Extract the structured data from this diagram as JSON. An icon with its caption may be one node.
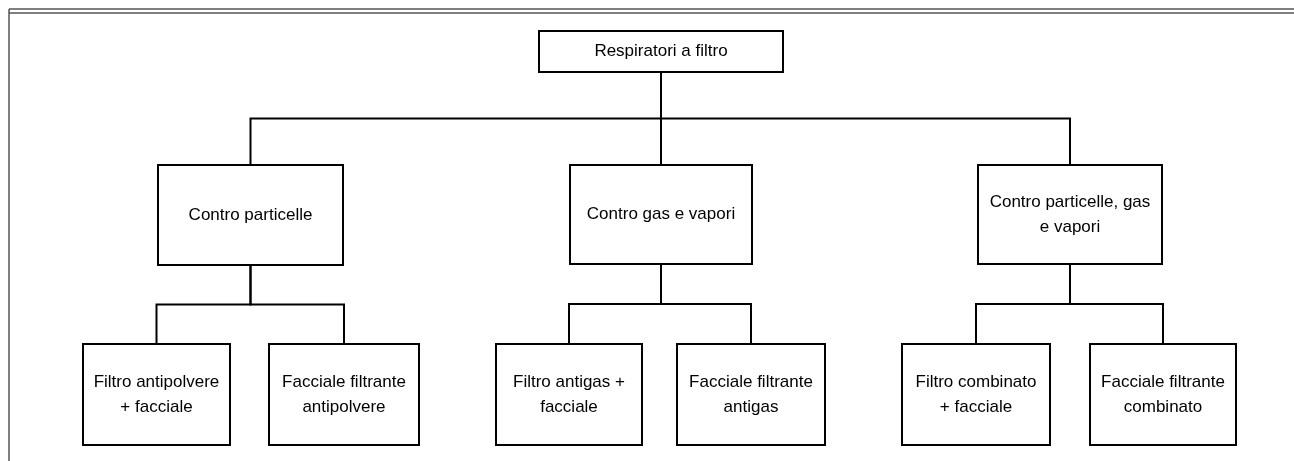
{
  "diagram": {
    "nodes": [
      {
        "text": [
          "Respiratori a filtro"
        ]
      },
      {
        "text": [
          "Contro particelle"
        ]
      },
      {
        "text": [
          "Contro gas e vapori"
        ]
      },
      {
        "text": [
          "Contro particelle, gas e vapori"
        ]
      },
      {
        "text": [
          "Filtro antipolvere + facciale"
        ]
      },
      {
        "text": [
          "Facciale filtrante antipolvere"
        ]
      },
      {
        "text": [
          "Filtro antigas + facciale"
        ]
      },
      {
        "text": [
          "Facciale filtrante antigas"
        ]
      },
      {
        "text": [
          "Filtro combinato + facciale"
        ]
      },
      {
        "text": [
          "Facciale filtrante combinato"
        ]
      }
    ],
    "edges": [
      {
        "from": 0,
        "to": 1,
        "arrow": "none"
      },
      {
        "from": 0,
        "to": 2,
        "arrow": "none"
      },
      {
        "from": 0,
        "to": 3,
        "arrow": "none"
      },
      {
        "from": 1,
        "to": 4,
        "arrow": "none"
      },
      {
        "from": 1,
        "to": 5,
        "arrow": "none"
      },
      {
        "from": 2,
        "to": 6,
        "arrow": "none"
      },
      {
        "from": 2,
        "to": 7,
        "arrow": "none"
      },
      {
        "from": 3,
        "to": 8,
        "arrow": "none"
      },
      {
        "from": 3,
        "to": 9,
        "arrow": "none"
      }
    ]
  }
}
